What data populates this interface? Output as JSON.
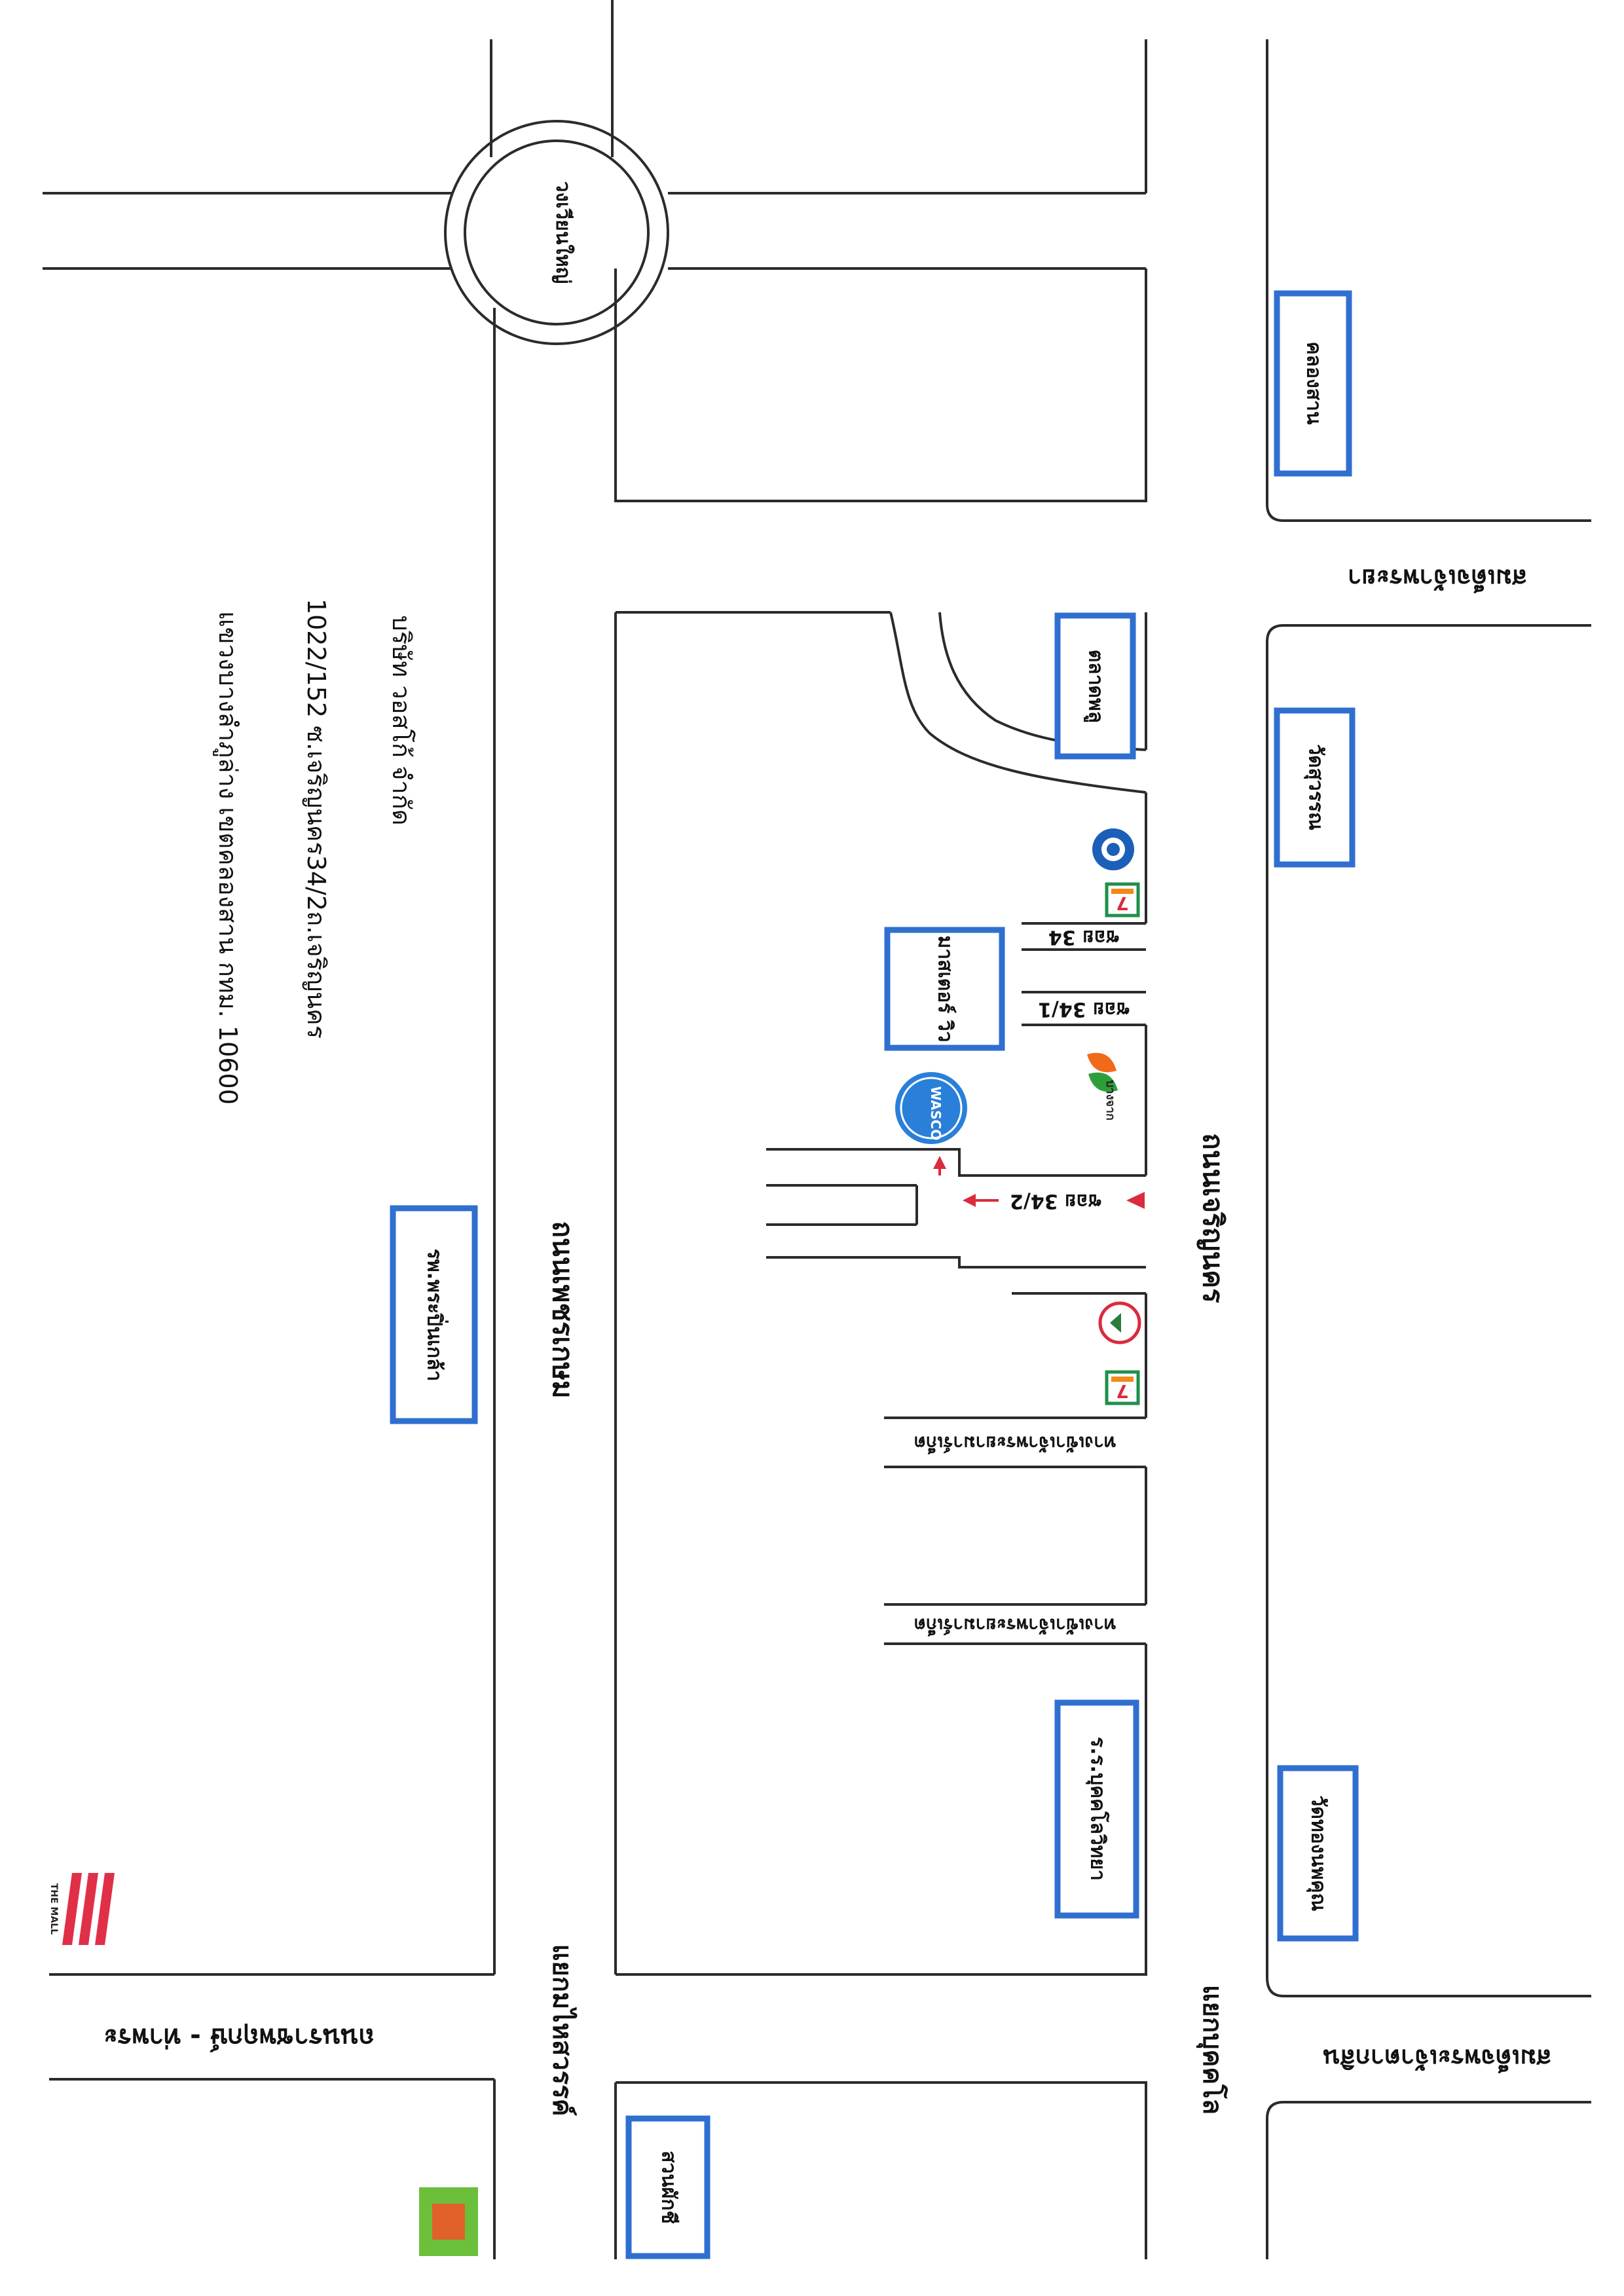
{
  "roads": {
    "phetkasem": "ถนนเพชรเกษม",
    "charoen_nakhon": "ถนนเจริญนคร",
    "ratchaphruek": "ถนนราชพฤกษ์ - ท่าพระ",
    "somdet_chaopraya": "สมเด็จเจ้าพระยา",
    "somdet_phra_chao_taksin": "สมเด็จพระเจ้าตากสิน",
    "wongwian_yai": "วงเวียนใหญ่",
    "yaek_mahaisawan": "แยกมไหสวรรค์",
    "yaek_buk_kalo": "แยกบุคคโล"
  },
  "sois": {
    "soi_34": "ซอย 34",
    "soi_34_1": "ซอย 34/1",
    "soi_34_2": "ซอย 34/2",
    "chao_phraya_market_1": "ทางเข้าเจ้าพระยามาร์เก็ต",
    "chao_phraya_market_2": "ทางเข้าเจ้าพระยามาร์เก็ต"
  },
  "landmarks": {
    "khlong_san": "คลองสาน",
    "wat_suwan": "วัดสุวรรณ",
    "wat_thong_nopphakhun": "วัดทองนพคุณ",
    "master_view": "มาสเตอร์ วิว",
    "buk_kalo_school": "ร.ร.บุคคโลวิทยา",
    "somdet_hospital": "รพ.พระปิ่นเกล้า",
    "talat_phlu": "ตลาดพลู",
    "sarnchet": "สวนผักชี"
  },
  "brands": {
    "the_mall": "THE MALL",
    "wasco": "WASCO",
    "bangchak": "บางจาก",
    "seven_eleven": "7"
  },
  "address": {
    "line1": "บริษัท วอสโก้ จำกัด",
    "line2": "1022/152 ซ.เจริญนคร34/2ถ.เจริญนคร",
    "line3": "แขวงบางลำภูล่าง เขตคลองสาน กทม. 10600"
  },
  "colors": {
    "box_border": "#2f6fd0",
    "road": "#2b2b2b",
    "arrow": "#d92c3c",
    "wasco": "#2a7fd8",
    "seven_eleven_green": "#1f8f4a",
    "seven_eleven_orange": "#f08a1c",
    "bangchak_orange": "#f06a1a",
    "the_mall_red": "#e03048"
  }
}
